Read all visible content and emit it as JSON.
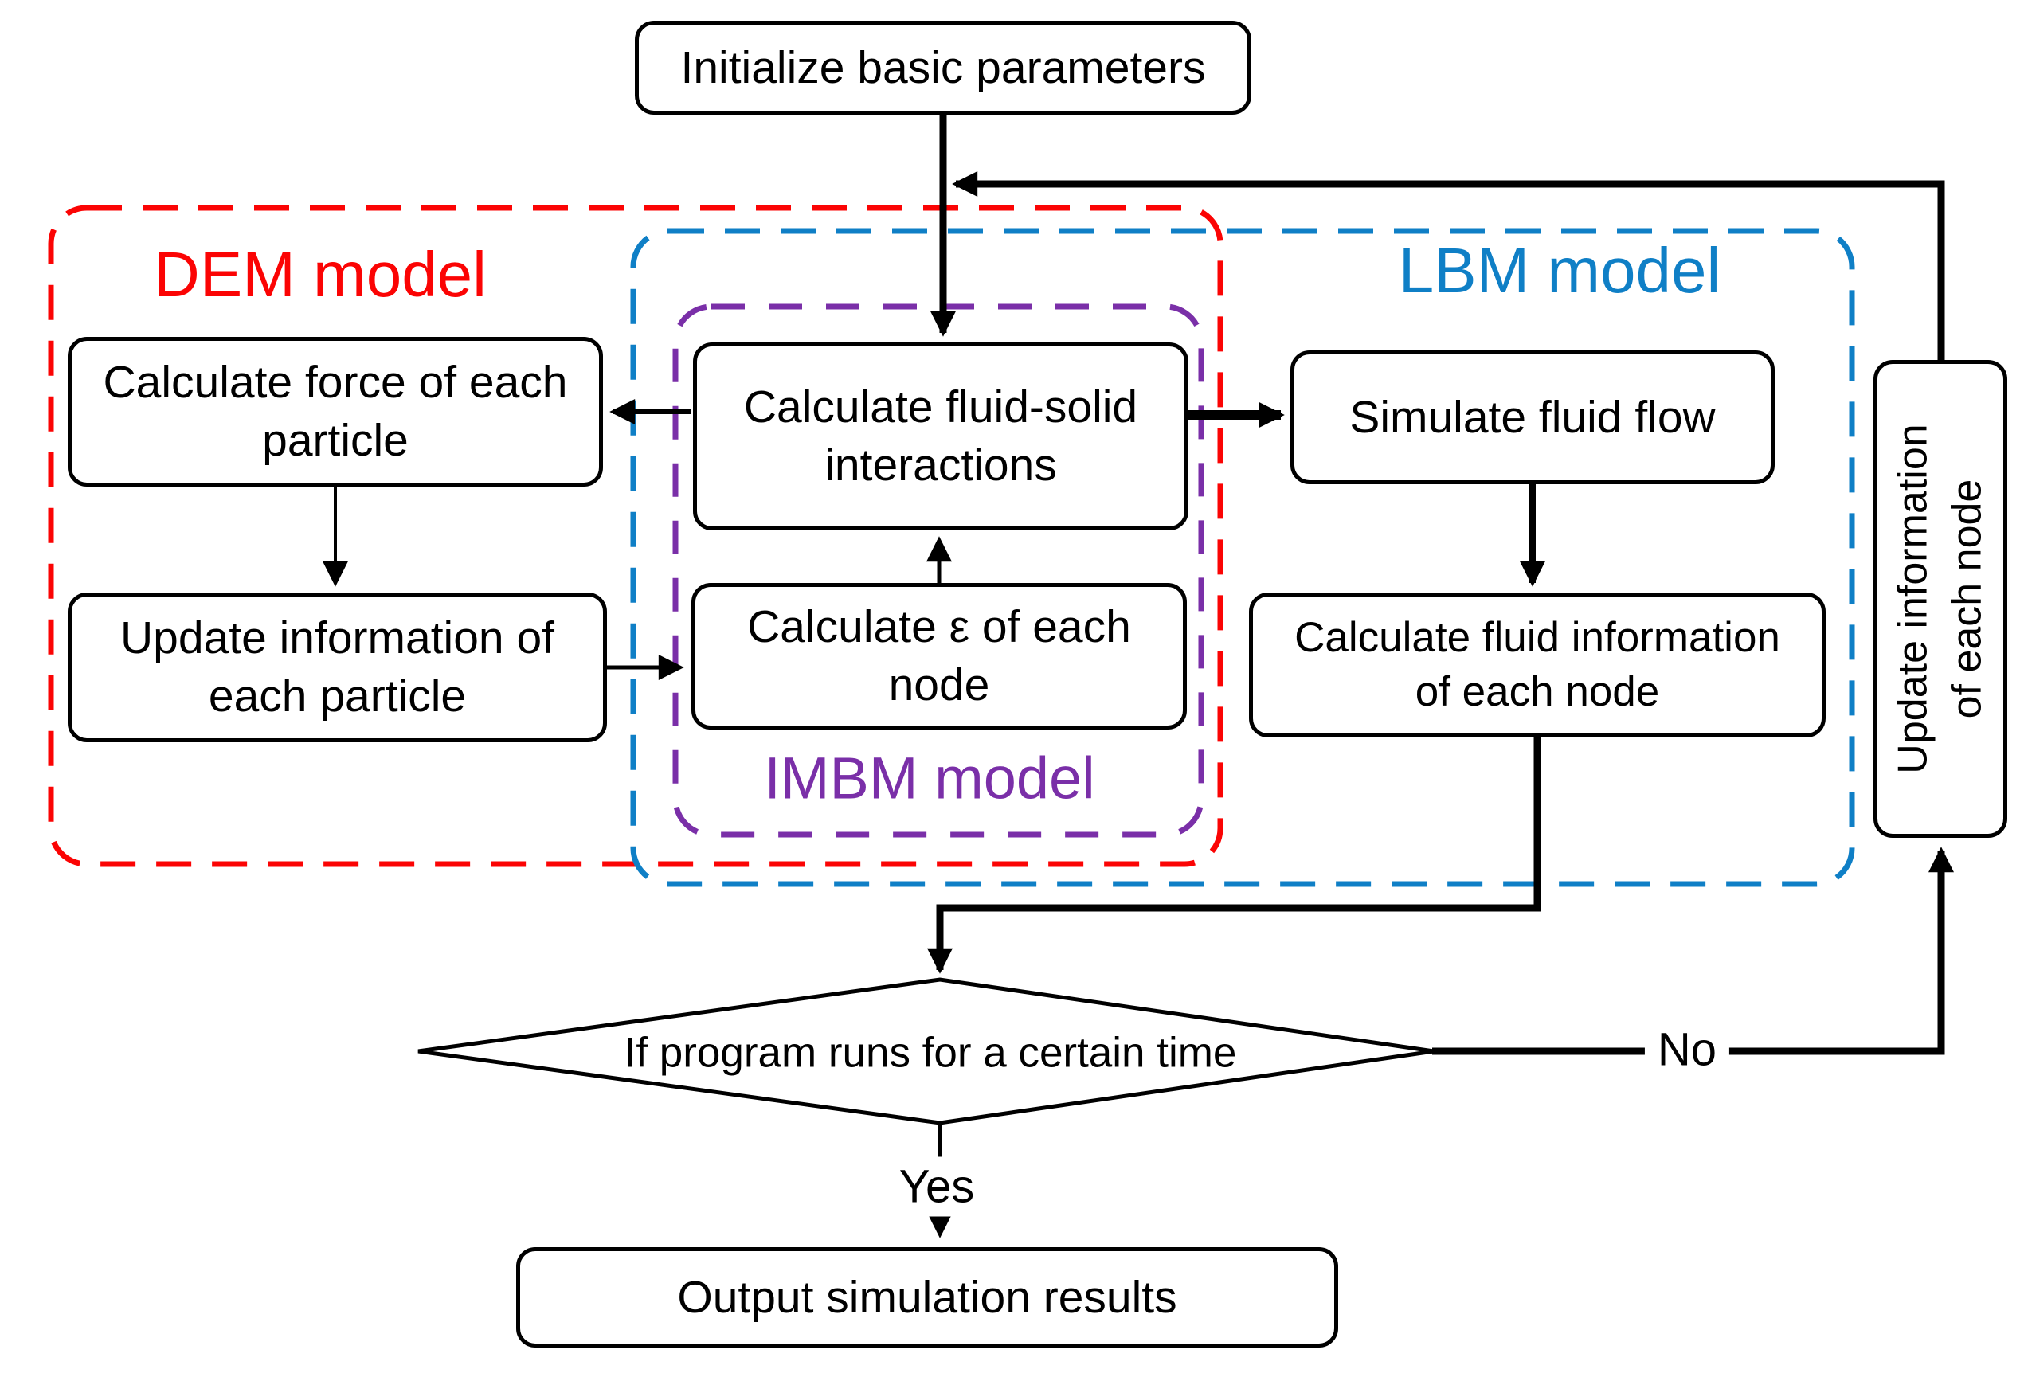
{
  "canvas": {
    "background": "#ffffff"
  },
  "colors": {
    "dem_red": "#fb0404",
    "lbm_blue": "#0f7fc6",
    "imbm_purple": "#7a2fa8",
    "line_black": "#000000"
  },
  "regions": {
    "dem": {
      "label": "DEM model",
      "color": "#fb0404"
    },
    "lbm": {
      "label": "LBM model",
      "color": "#0f7fc6"
    },
    "imbm": {
      "label": "IMBM model",
      "color": "#7a2fa8"
    }
  },
  "nodes": {
    "initialize": {
      "label": "Initialize basic parameters"
    },
    "calc_force": {
      "label": "Calculate force of each\nparticle"
    },
    "update_particle": {
      "label": "Update information of\neach particle"
    },
    "fluid_solid": {
      "label": "Calculate fluid-solid\ninteractions"
    },
    "calc_epsilon": {
      "label": "Calculate ε of each\nnode"
    },
    "simulate_flow": {
      "label": "Simulate fluid flow"
    },
    "fluid_info": {
      "label": "Calculate fluid information\nof each node"
    },
    "update_node": {
      "label": "Update information\nof each node"
    },
    "decision": {
      "label": "If  program runs for a certain time"
    },
    "output": {
      "label": "Output simulation results"
    }
  },
  "edge_labels": {
    "yes": "Yes",
    "no": "No"
  },
  "edges": [
    {
      "from": "initialize",
      "to": "fluid_solid",
      "label": ""
    },
    {
      "from": "fluid_solid",
      "to": "calc_force",
      "label": ""
    },
    {
      "from": "calc_force",
      "to": "update_particle",
      "label": ""
    },
    {
      "from": "update_particle",
      "to": "calc_epsilon",
      "label": ""
    },
    {
      "from": "calc_epsilon",
      "to": "fluid_solid",
      "label": ""
    },
    {
      "from": "fluid_solid",
      "to": "simulate_flow",
      "label": ""
    },
    {
      "from": "simulate_flow",
      "to": "fluid_info",
      "label": ""
    },
    {
      "from": "fluid_info",
      "to": "decision",
      "label": ""
    },
    {
      "from": "decision",
      "to": "output",
      "label": "Yes"
    },
    {
      "from": "decision",
      "to": "update_node",
      "label": "No"
    },
    {
      "from": "update_node",
      "to": "fluid_solid",
      "label": ""
    }
  ]
}
